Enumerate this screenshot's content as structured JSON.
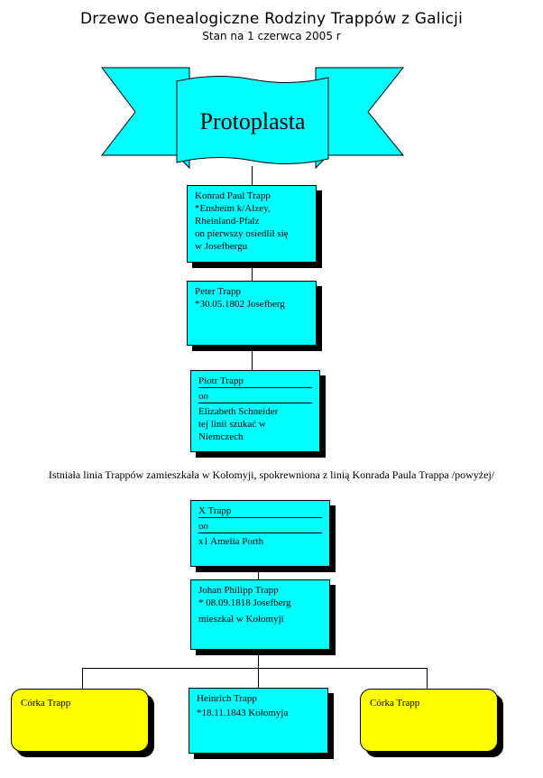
{
  "header": {
    "title": "Drzewo Genealogiczne Rodziny Trappów z Galicji",
    "subtitle": "Stan na 1 czerwca 2005 r"
  },
  "banner": {
    "label": "Protoplasta"
  },
  "boxes": {
    "konrad": {
      "lines": [
        "Konrad Paul Trapp",
        "*Ensheim k/Alzey,",
        "Rheinland-Pfalz",
        "on pierwszy osiedlił się",
        "w Josefbergu"
      ]
    },
    "peter": {
      "lines": [
        "Peter Trapp",
        "*30.05.1802 Josefberg"
      ]
    },
    "piotr": {
      "name": "Piotr Trapp",
      "oo": "oo",
      "lines": [
        "Elizabeth Schneider",
        "tej linii szukać w",
        "Niemczech"
      ]
    },
    "x": {
      "name": "X Trapp",
      "oo": "oo",
      "spouse": "x1 Amelia Porth"
    },
    "johan": {
      "lines": [
        "Johan Philipp Trapp",
        "* 08.09.1818 Josefberg",
        "mieszkał w Kołomyji"
      ]
    },
    "corka_left": {
      "label": "Córka Trapp"
    },
    "heinrich": {
      "lines": [
        "Heinrich Trapp",
        "*18.11.1843 Kołomyja"
      ]
    },
    "corka_right": {
      "label": "Córka Trapp"
    }
  },
  "note": "Istniała linia Trappów zamieszkała w Kołomyji, spokrewniona z linią Konrada Paula Trappa /powyżej/",
  "colors": {
    "box": "#00ffff",
    "daughter": "#ffff00",
    "line": "#000000"
  }
}
